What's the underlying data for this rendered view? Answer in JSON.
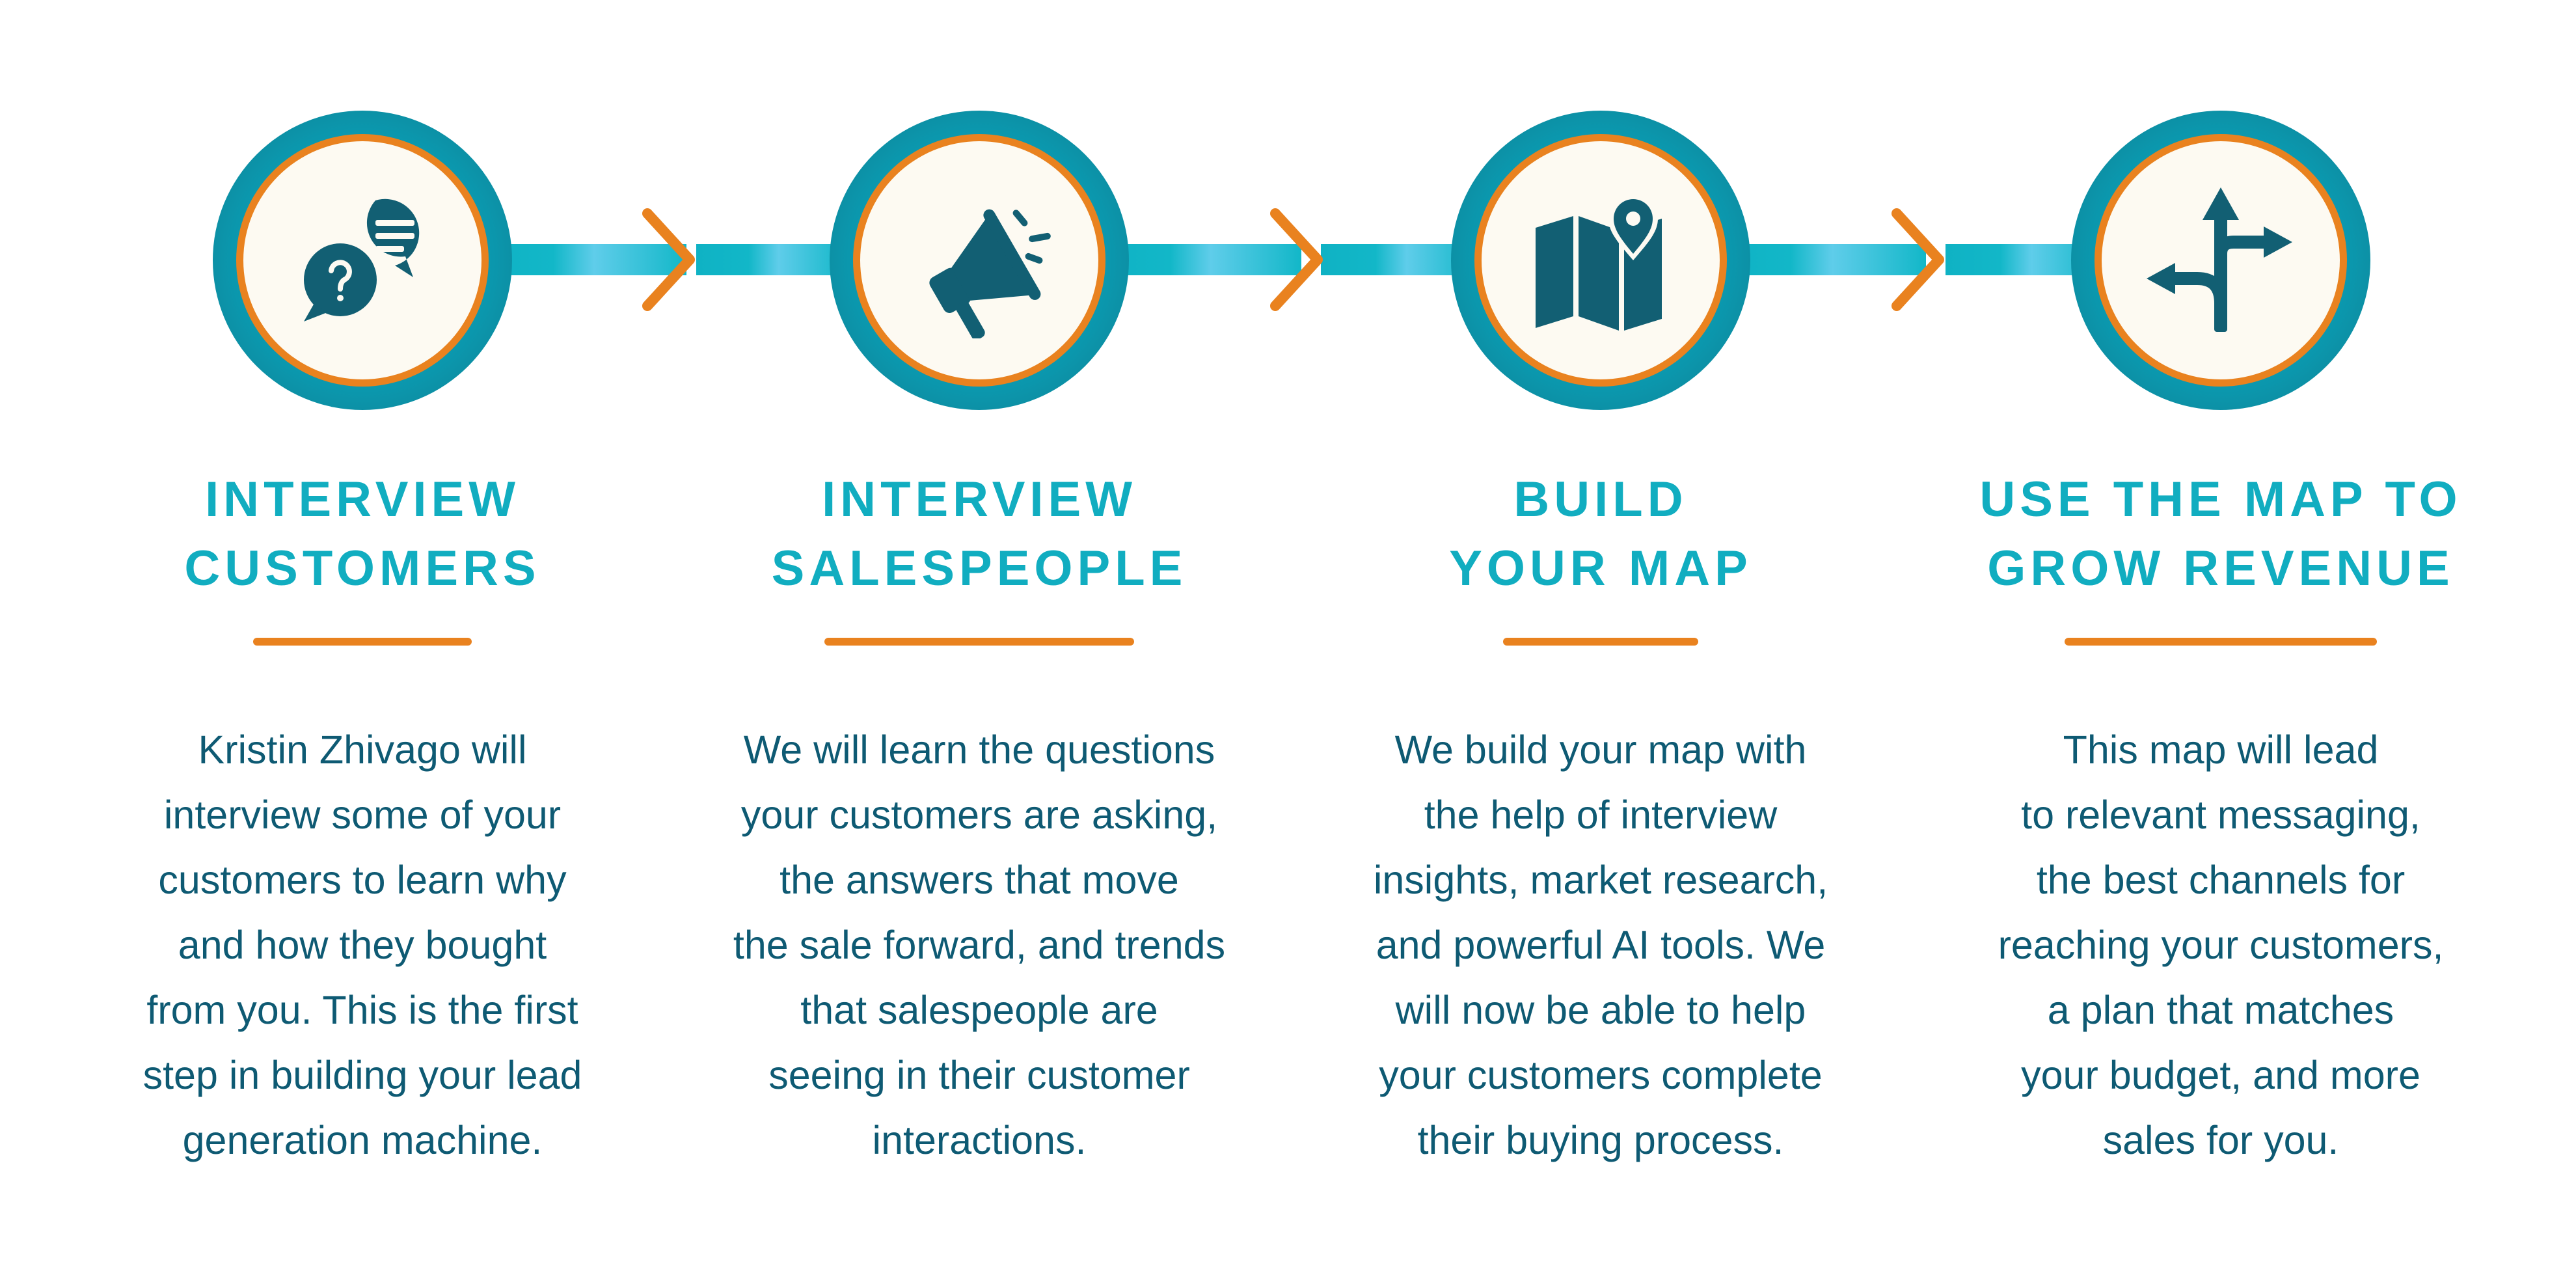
{
  "colors": {
    "teal": "#11adc0",
    "dark_teal": "#0e5a73",
    "icon": "#125f73",
    "orange": "#e9821f",
    "circle_fill": "#fdfaf2"
  },
  "steps": [
    {
      "icon": "chat-bubbles-question-icon",
      "title_line1": "INTERVIEW",
      "title_line2": "CUSTOMERS",
      "body_lines": [
        "Kristin Zhivago will",
        "interview some of your",
        "customers to learn why",
        "and how they bought",
        "from you. This is the first",
        "step in building your lead",
        "generation machine."
      ]
    },
    {
      "icon": "megaphone-icon",
      "title_line1": "INTERVIEW",
      "title_line2": "SALESPEOPLE",
      "body_lines": [
        "We will learn the questions",
        "your customers are asking,",
        "the answers that move",
        "the sale forward, and trends",
        "that salespeople are",
        "seeing in their customer",
        "interactions."
      ]
    },
    {
      "icon": "map-pin-icon",
      "title_line1": "BUILD",
      "title_line2": "YOUR MAP",
      "body_lines": [
        "We build your map with",
        "the help of interview",
        "insights, market research,",
        "and powerful AI tools. We",
        "will now be able to help",
        "your customers complete",
        "their buying process."
      ]
    },
    {
      "icon": "split-arrows-icon",
      "title_line1": "USE THE MAP TO",
      "title_line2": "GROW REVENUE",
      "body_lines": [
        "This map will lead",
        "to relevant messaging,",
        "the best channels for",
        "reaching your customers,",
        "a plan that matches",
        "your budget, and more",
        "sales for you."
      ]
    }
  ]
}
